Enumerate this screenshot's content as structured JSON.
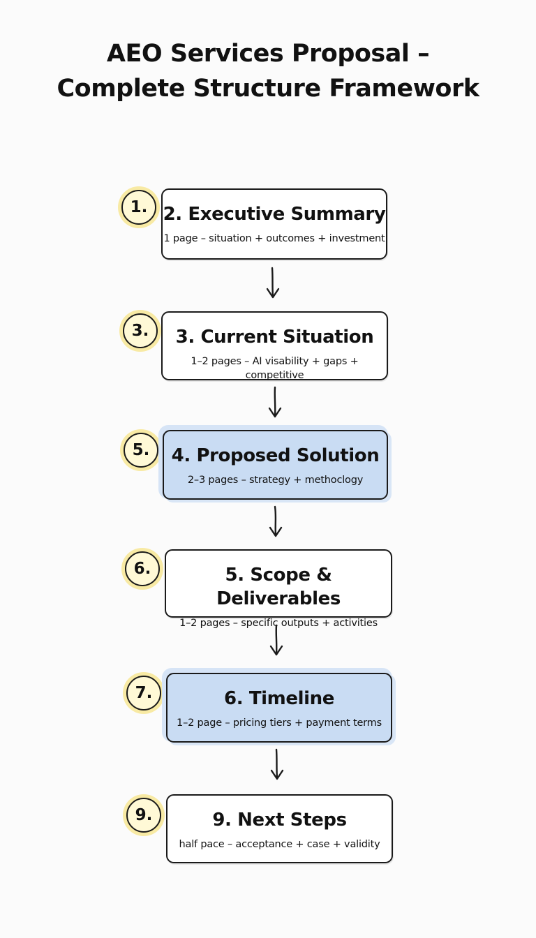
{
  "title": {
    "line1": "AEO Services Proposal –",
    "line2": "Complete Structure Framework"
  },
  "steps": [
    {
      "badge": "1.",
      "heading": "2. Executive Summary",
      "detail": "1 page – situation + outcomes + investment",
      "highlighted": false
    },
    {
      "badge": "3.",
      "heading": "3. Current Situation",
      "detail": "1–2 pages – AI visability + gaps + competitive",
      "highlighted": false
    },
    {
      "badge": "5.",
      "heading": "4. Proposed Solution",
      "detail": "2–3 pages – strategy + methoclogy",
      "highlighted": true
    },
    {
      "badge": "6.",
      "heading": "5. Scope & Deliverables",
      "detail": "1–2 pages – specific outputs + activities",
      "highlighted": false
    },
    {
      "badge": "7.",
      "heading": "6. Timeline",
      "detail": "1–2 page – pricing tiers + payment terms",
      "highlighted": true
    },
    {
      "badge": "9.",
      "heading": "9. Next Steps",
      "detail": "half pace – acceptance + case + validity",
      "highlighted": false
    }
  ],
  "colors": {
    "background": "#fbfbfb",
    "highlight_fill": "#c9dcf3",
    "badge_glow": "#f8eaa4",
    "stroke": "#1a1a1a"
  },
  "icons": {
    "connector": "down-arrow-icon"
  }
}
